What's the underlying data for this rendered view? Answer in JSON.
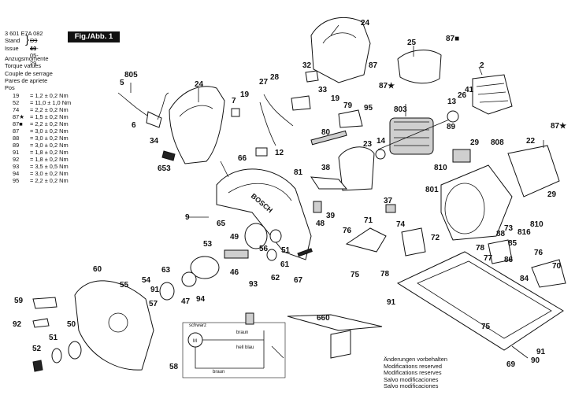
{
  "header": {
    "doc_number": "3 601 E7A 082",
    "stand_label": "Stand",
    "stand_value": "D9 41",
    "issue_label": "Issue",
    "issue_value": "10-05-29",
    "fig_label": "Fig./Abb. 1"
  },
  "torque_headings": [
    "Anzugsmomente",
    "Torque values",
    "Couple de serrage",
    "Pares de apriete",
    "Pos"
  ],
  "torque_rows": [
    {
      "pos": "19",
      "value": "= 1,2 ± 0,2 Nm"
    },
    {
      "pos": "52",
      "value": "= 11,0 ± 1,0 Nm"
    },
    {
      "pos": "74",
      "value": "= 2,2 ± 0,2 Nm"
    },
    {
      "pos": "87★",
      "value": "= 1,5 ± 0,2 Nm"
    },
    {
      "pos": "87■",
      "value": "= 2,2 ± 0,2 Nm"
    },
    {
      "pos": "87",
      "value": "= 3,0 ± 0,2 Nm"
    },
    {
      "pos": "88",
      "value": "= 3,0 ± 0,2 Nm"
    },
    {
      "pos": "89",
      "value": "= 3,0 ± 0,2 Nm"
    },
    {
      "pos": "91",
      "value": "= 1,8 ± 0,2 Nm"
    },
    {
      "pos": "92",
      "value": "= 1,8 ± 0,2 Nm"
    },
    {
      "pos": "93",
      "value": "= 3,5 ± 0,5 Nm"
    },
    {
      "pos": "94",
      "value": "= 3,0 ± 0,2 Nm"
    },
    {
      "pos": "95",
      "value": "= 2,2 ± 0,2 Nm"
    }
  ],
  "notes": [
    "Änderungen vorbehalten",
    "Modifications reserved",
    "Modifications reserves",
    "Salvo modificaciones",
    "Salvo modificaciones"
  ],
  "wiring": {
    "black": "schwarz",
    "brown": "braun",
    "light_blue": "hell blau",
    "brown2": "braun",
    "motor": "M"
  },
  "brand": "BOSCH",
  "callouts": {
    "c24a": "24",
    "c25": "25",
    "c87a": "87■",
    "c2": "2",
    "c805": "805",
    "c5": "5",
    "c24b": "24",
    "c27": "27",
    "c28": "28",
    "c32": "32",
    "c87b": "87",
    "c87c": "87★",
    "c7": "7",
    "c19a": "19",
    "c33": "33",
    "c19b": "19",
    "c6": "6",
    "c13": "13",
    "c26": "26",
    "c41": "41",
    "c803": "803",
    "c95": "95",
    "c34": "34",
    "c80": "80",
    "c89": "89",
    "c87d": "87★",
    "c79": "79",
    "c14": "14",
    "c12": "12",
    "c23": "23",
    "c29a": "29",
    "c808": "808",
    "c22": "22",
    "c653": "653",
    "c66": "66",
    "c810a": "810",
    "c81": "81",
    "c38": "38",
    "c801": "801",
    "c29b": "29",
    "c37": "37",
    "c39": "39",
    "c9": "9",
    "c71": "71",
    "c810b": "810",
    "c65": "65",
    "c816": "816",
    "c48": "48",
    "c76": "76",
    "c74": "74",
    "c73": "73",
    "c49": "49",
    "c72": "72",
    "c88": "88",
    "c53": "53",
    "c85": "85",
    "c78a": "78",
    "c76b": "76",
    "c77": "77",
    "c86": "86",
    "c56": "56",
    "c51a": "51",
    "c61": "61",
    "c70": "70",
    "c60": "60",
    "c63": "63",
    "c46": "46",
    "c75a": "75",
    "c78b": "78",
    "c62": "62",
    "c84": "84",
    "c54": "54",
    "c55": "55",
    "c93": "93",
    "c67": "67",
    "c47": "47",
    "c94": "94",
    "c91a": "91",
    "c57": "57",
    "c59": "59",
    "c91b": "91",
    "c92": "92",
    "c50": "50",
    "c660": "660",
    "c75b": "75",
    "c51b": "51",
    "c52": "52",
    "c91c": "91",
    "c58": "58",
    "c90": "90",
    "c69": "69"
  }
}
